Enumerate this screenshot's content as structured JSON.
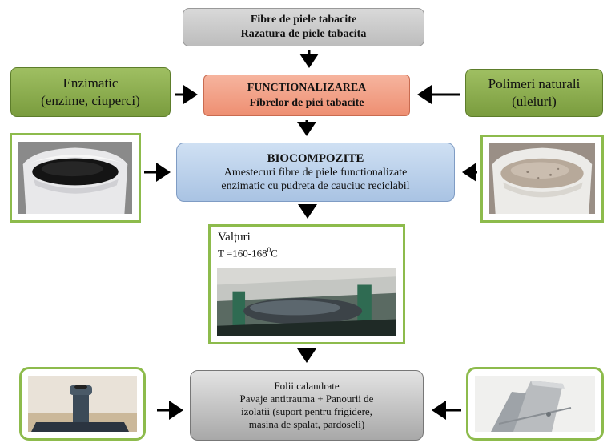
{
  "nodes": {
    "input": {
      "line1": "Fibre de piele tabacite",
      "line2": "Razatura de piele tabacita"
    },
    "functionalization": {
      "line1": "FUNCTIONALIZAREA",
      "line2": "Fibrelor de piei tabacite"
    },
    "enzymatic": {
      "line1": "Enzimatic",
      "line2": "(enzime, ciuperci)"
    },
    "natural_polymers": {
      "line1": "Polimeri naturali",
      "line2": "(uleiuri)"
    },
    "biocomposites": {
      "title": "BIOCOMPOZITE",
      "line1": "Amestecuri fibre de piele functionalizate",
      "line2": "enzimatic cu pudreta de cauciuc reciclabil"
    },
    "rolling": {
      "label": "Valțuri",
      "temp_prefix": "T =160-168",
      "temp_sup": "0",
      "temp_unit": "C"
    },
    "products": {
      "line1": "Folii calandrate",
      "line2": "Pavaje antitrauma + Panourii de",
      "line3": "izolatii (suport pentru frigidere,",
      "line4": "masina de spalat, pardoseli)"
    }
  },
  "colors": {
    "green_frame": "#8dbb4c",
    "green_box": "#86a84a",
    "salmon_box": "#f2a085",
    "blue_box": "#bcd2ec",
    "grey_box": "#c8c8c8"
  }
}
